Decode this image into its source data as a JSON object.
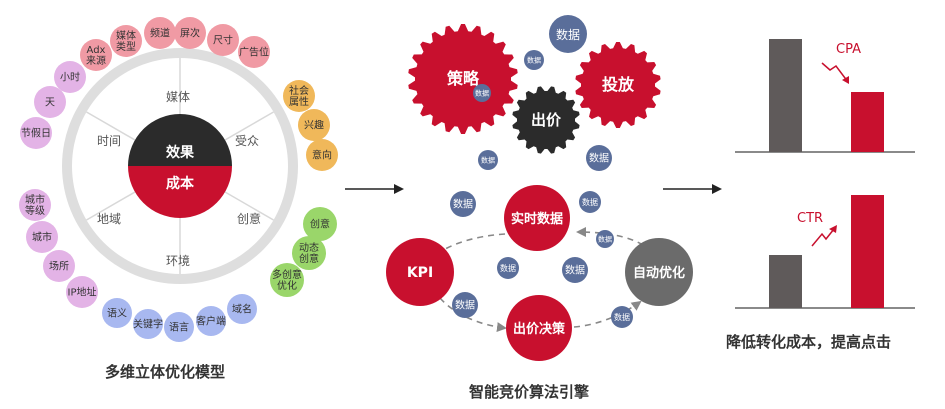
{
  "panel1": {
    "caption": "多维立体优化模型",
    "center_top": "效果",
    "center_bottom": "成本",
    "sectors": [
      "媒体",
      "受众",
      "创意",
      "环境",
      "地域",
      "时间"
    ],
    "bubbles": {
      "pink": [
        "Adx\n来源",
        "媒体\n类型",
        "频道",
        "屏次",
        "尺寸",
        "广告位"
      ],
      "purple": [
        "小时",
        "天",
        "节假日",
        "城市\n等级",
        "城市",
        "场所",
        "IP地址"
      ],
      "orange": [
        "社会\n属性",
        "兴趣",
        "意向"
      ],
      "green": [
        "创意",
        "动态\n创意",
        "多创意\n优化"
      ],
      "blue": [
        "语义",
        "关键字",
        "语言",
        "客户端",
        "域名"
      ]
    }
  },
  "panel2": {
    "caption": "智能竞价算法引擎",
    "gears": [
      "策略",
      "投放",
      "出价"
    ],
    "top_data": "数据",
    "mini_data": "数据",
    "kpi": "KPI",
    "realtime": "实时数据",
    "bid": "出价决策",
    "auto": "自动优化"
  },
  "panel3": {
    "caption": "降低转化成本，提高点击",
    "cpa_label": "CPA",
    "ctr_label": "CTR"
  },
  "colors": {
    "red": "#c8102e",
    "dark": "#2b2b2b",
    "gray_bar": "#5f5a5a",
    "bubble_blue": "#5a6e9a",
    "pink": "#f09aa4",
    "purple": "#e3b3e6",
    "orange": "#f0b85a",
    "green": "#9ad66a",
    "lightblue": "#a8b8f0"
  }
}
